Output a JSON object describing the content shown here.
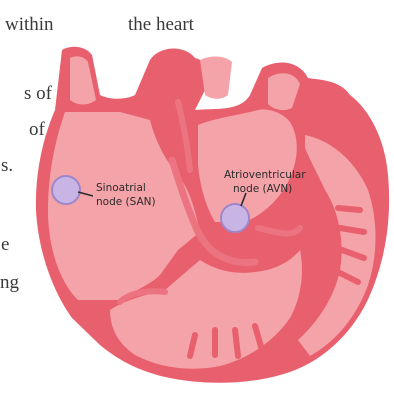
{
  "body_text": {
    "line1_left": "within",
    "line1_right": "the    heart",
    "frag_s_of": "s   of",
    "frag_of": "of",
    "frag_s_period": "s.",
    "frag_e": "e",
    "frag_ng": "ng"
  },
  "diagram": {
    "san_label_line1": "Sinoatrial",
    "san_label_line2": "node (SAN)",
    "avn_label_line1": "Atrioventricular",
    "avn_label_line2": "node (AVN)"
  },
  "colors": {
    "heart_outer": "#e8606e",
    "heart_inner": "#f4a3a9",
    "heart_wall": "#ec7480",
    "node_fill": "#c9b4e6",
    "node_stroke": "#9e87c8",
    "label_color": "#2b2b2b"
  }
}
